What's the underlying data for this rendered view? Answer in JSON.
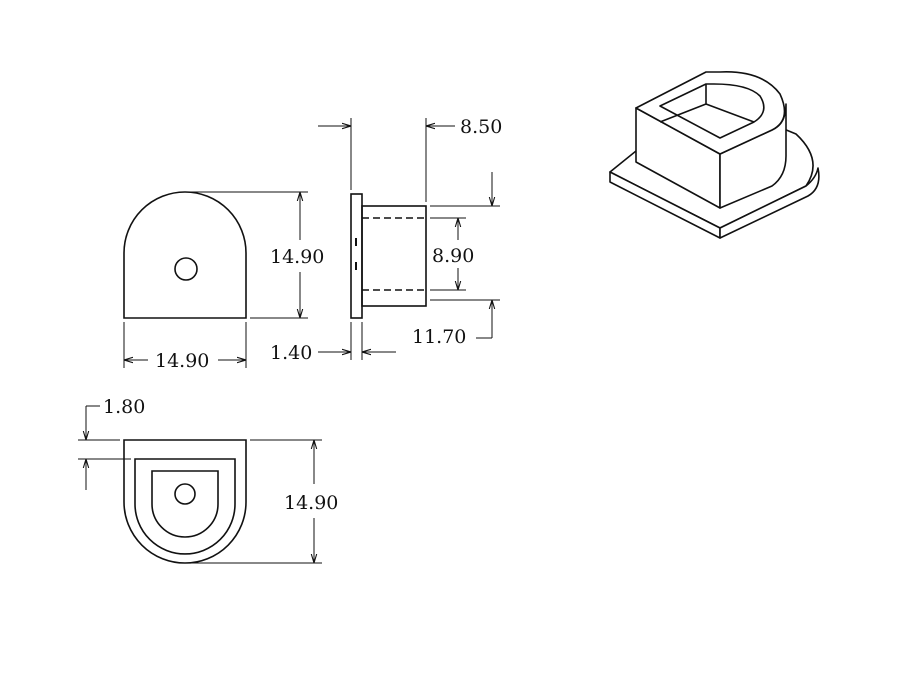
{
  "dimensions": {
    "front_width": "14.90",
    "front_height": "14.90",
    "side_depth": "8.50",
    "side_bore": "8.90",
    "side_flange": "1.40",
    "side_height": "11.70",
    "top_wall": "1.80",
    "top_height": "14.90"
  },
  "colors": {
    "line": "#111111",
    "background": "#ffffff"
  }
}
